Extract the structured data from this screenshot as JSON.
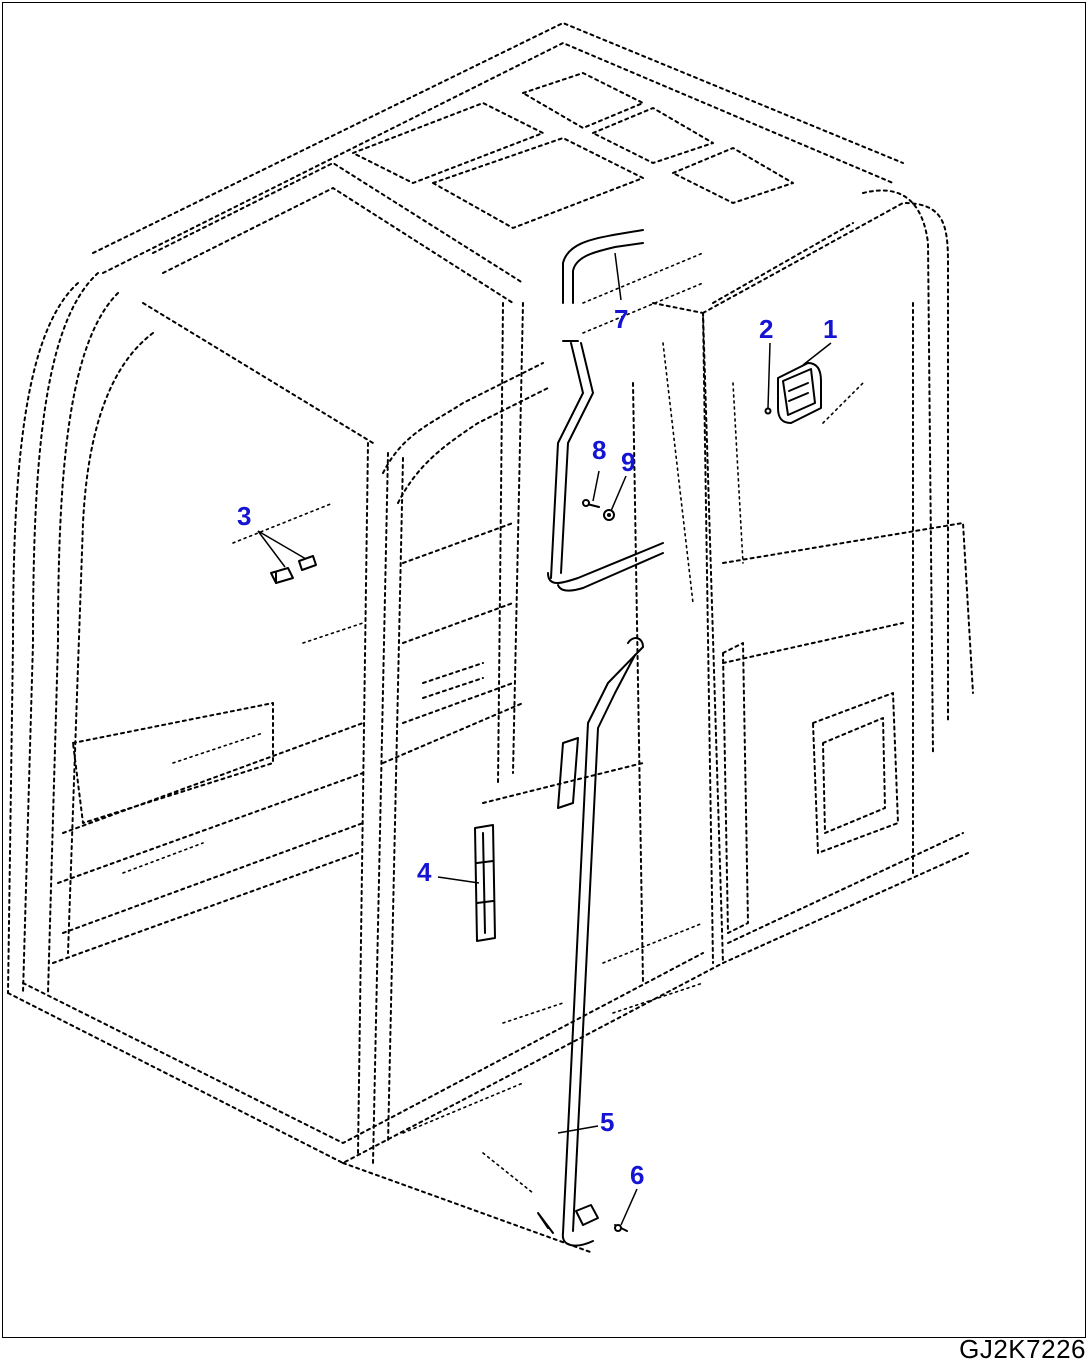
{
  "drawing_code": "GJ2K7226",
  "callouts": [
    {
      "id": "1",
      "label": "1",
      "part": "inner-handle-plate"
    },
    {
      "id": "2",
      "label": "2",
      "part": "screw"
    },
    {
      "id": "3",
      "label": "3",
      "part": "cushions"
    },
    {
      "id": "4",
      "label": "4",
      "part": "door-bracket"
    },
    {
      "id": "5",
      "label": "5",
      "part": "lower-grab-handle"
    },
    {
      "id": "6",
      "label": "6",
      "part": "bolt"
    },
    {
      "id": "7",
      "label": "7",
      "part": "upper-grab-handle"
    },
    {
      "id": "8",
      "label": "8",
      "part": "bolt"
    },
    {
      "id": "9",
      "label": "9",
      "part": "washer"
    }
  ],
  "colors": {
    "callout": "#1414d2",
    "line": "#000000",
    "background": "#ffffff"
  }
}
